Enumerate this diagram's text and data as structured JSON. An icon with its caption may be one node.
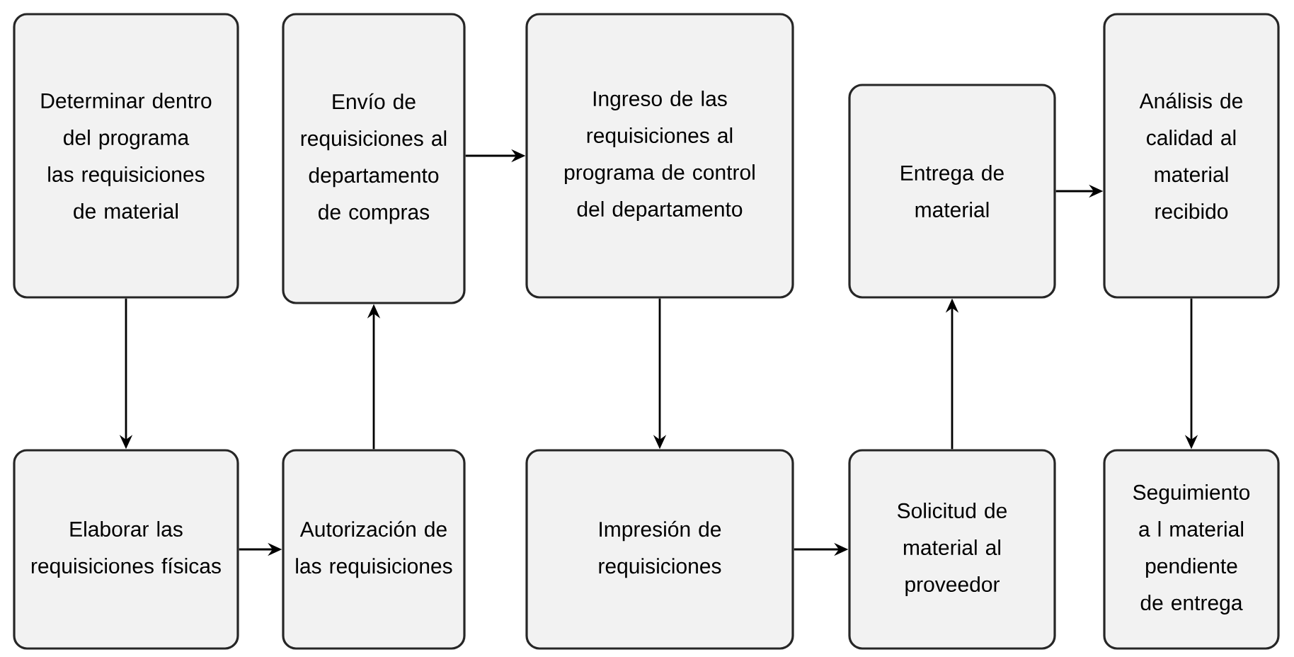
{
  "diagram": {
    "nodes": [
      {
        "text": [
          "Determinar dentro del programa las requisiciones de material"
        ]
      },
      {
        "text": [
          "Envío de requisiciones al departamento de compras"
        ]
      },
      {
        "text": [
          "Ingreso de las requisiciones al programa de control del departamento"
        ]
      },
      {
        "text": [
          "Entrega de material"
        ]
      },
      {
        "text": [
          "Análisis de calidad al material recibido"
        ]
      },
      {
        "text": [
          "Elaborar las requisiciones físicas"
        ]
      },
      {
        "text": [
          "Autorización de las requisiciones"
        ]
      },
      {
        "text": [
          "Impresión de requisiciones"
        ]
      },
      {
        "text": [
          "Solicitud de material al proveedor"
        ]
      },
      {
        "text": [
          "Seguimiento a l material pendiente de entrega"
        ]
      }
    ],
    "edges": [
      {
        "from": 0,
        "to": 5,
        "arrow": "to"
      },
      {
        "from": 5,
        "to": 6,
        "arrow": "to"
      },
      {
        "from": 6,
        "to": 1,
        "arrow": "to"
      },
      {
        "from": 1,
        "to": 2,
        "arrow": "to"
      },
      {
        "from": 2,
        "to": 7,
        "arrow": "to"
      },
      {
        "from": 7,
        "to": 8,
        "arrow": "to"
      },
      {
        "from": 8,
        "to": 3,
        "arrow": "to"
      },
      {
        "from": 3,
        "to": 4,
        "arrow": "to"
      },
      {
        "from": 4,
        "to": 9,
        "arrow": "to"
      }
    ]
  }
}
